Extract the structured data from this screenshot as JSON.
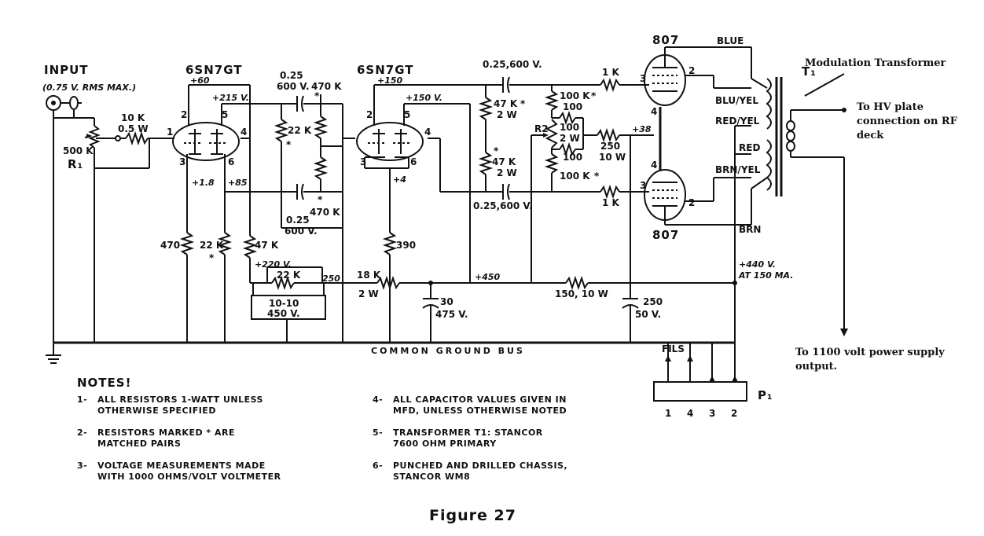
{
  "input": {
    "label": "INPUT",
    "max": "(0.75 V. RMS MAX.)"
  },
  "tubes": {
    "v1": {
      "type": "6SN7GT",
      "plate_v": "+60",
      "plate2_v": "+215 V.",
      "cathode_v": "+1.8",
      "cathode2_v": "+85",
      "pins": [
        "1",
        "2",
        "3",
        "4",
        "5",
        "6"
      ]
    },
    "v2": {
      "type": "6SN7GT",
      "plate_v": "+150",
      "plate2_v": "+150 V.",
      "cathode_v": "+4",
      "pins": [
        "2",
        "3",
        "4",
        "5",
        "6"
      ]
    },
    "v3": {
      "type": "807",
      "pins": [
        "3",
        "2",
        "4"
      ]
    },
    "v4": {
      "type": "807",
      "pins": [
        "4",
        "3",
        "2"
      ]
    }
  },
  "components": {
    "r1": "R₁",
    "pot500k": "500 K",
    "r10k": "10 K",
    "r10k_w": "0.5 W",
    "c025a": "0.25",
    "c025a_v": "600 V.",
    "r470k_a": "470 K",
    "r22k_a": "22 K",
    "star": "*",
    "c025b": "0.25",
    "c025b_v": "600 V.",
    "r470k_b": "470 K",
    "r470": "470",
    "r22k_b": "22 K",
    "r47k": "47 K",
    "r390": "390",
    "c025c": "0.25,600 V.",
    "c025d": "0.25,600 V.",
    "r47k_a": "47 K",
    "r47k_a_w": "2 W",
    "r47k_b": "47 K",
    "r47k_b_w": "2 W",
    "r100k_a": "100 K",
    "r100a": "100",
    "r2": "R2",
    "r100b": "100",
    "r2w": "2 W",
    "r100c": "100",
    "r100k_b": "100 K",
    "r1k_a": "1 K",
    "r1k_b": "1 K",
    "r250": "250",
    "r250_w": "10 W",
    "v38": "+38",
    "v220": "+220 V.",
    "r22k_c": "22 K",
    "v250": "250",
    "c1010": "10-10",
    "c1010_v": "450 V.",
    "r18k": "18 K",
    "r18k_w": "2 W",
    "v450": "+450",
    "c30": "30",
    "c30_v": "475 V.",
    "r150": "150, 10 W",
    "c250": "250",
    "c250_v": "50 V.",
    "v440": "+440 V.",
    "v440_i": "AT 150 MA.",
    "ground_bus": "COMMON GROUND BUS",
    "fils": "FILS",
    "p1": "P₁",
    "p1_pins": [
      "1",
      "4",
      "3",
      "2"
    ],
    "t1": "T₁",
    "blue": "BLUE",
    "blu_yel": "BLU/YEL",
    "red_yel": "RED/YEL",
    "red": "RED",
    "brn_yel": "BRN/YEL",
    "brn": "BRN"
  },
  "annotations": {
    "mod_transformer": "Modulation Transformer",
    "hv_1": "To HV plate",
    "hv_2": "connection on RF",
    "hv_3": "deck",
    "ps_1": "To 1100 volt power supply",
    "ps_2": "output."
  },
  "notes": {
    "heading": "NOTES!",
    "items": [
      {
        "num": "1-",
        "l1": "ALL RESISTORS 1-WATT UNLESS",
        "l2": "OTHERWISE SPECIFIED"
      },
      {
        "num": "2-",
        "l1": "RESISTORS MARKED * ARE",
        "l2": "MATCHED PAIRS"
      },
      {
        "num": "3-",
        "l1": "VOLTAGE MEASUREMENTS MADE",
        "l2": "WITH 1000 OHMS/VOLT VOLTMETER"
      },
      {
        "num": "4-",
        "l1": "ALL CAPACITOR VALUES GIVEN IN",
        "l2": "MFD, UNLESS OTHERWISE NOTED"
      },
      {
        "num": "5-",
        "l1": "TRANSFORMER T1: STANCOR",
        "l2": "7600 OHM PRIMARY"
      },
      {
        "num": "6-",
        "l1": "PUNCHED AND DRILLED CHASSIS,",
        "l2": "STANCOR WM8"
      }
    ]
  },
  "caption": "Figure 27"
}
